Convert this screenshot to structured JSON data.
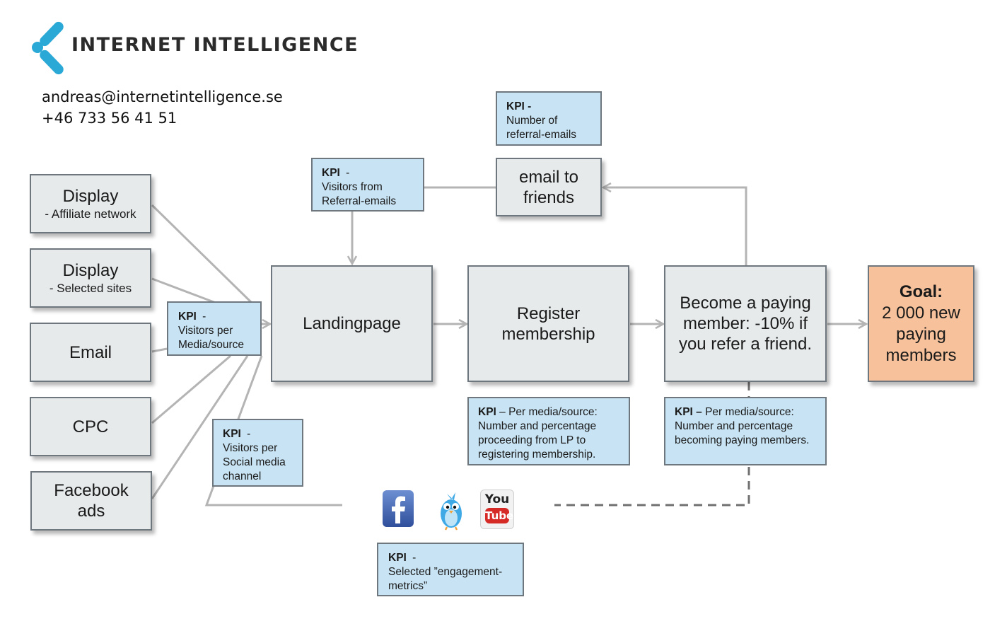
{
  "brand": {
    "name": "INTERNET INTELLIGENCE",
    "email": "andreas@internetintelligence.se",
    "phone": "+46 733 56 41 51",
    "accent_color": "#2aa8d6"
  },
  "sources": [
    {
      "title": "Display",
      "subtitle": "- Affiliate network"
    },
    {
      "title": "Display",
      "subtitle": "- Selected sites"
    },
    {
      "title": "Email",
      "subtitle": ""
    },
    {
      "title": "CPC",
      "subtitle": ""
    },
    {
      "title": "Facebook ads",
      "subtitle": ""
    }
  ],
  "stages": {
    "landing": "Landingpage",
    "register": "Register membership",
    "paying": "Become a paying member: -10% if you refer a friend.",
    "email_friends": "email to friends"
  },
  "goal": {
    "label": "Goal:",
    "text": "2 000 new paying members"
  },
  "kpis": {
    "referral_emails": {
      "head": "KPI -",
      "body": "Number of referral-emails"
    },
    "visitors_referral": {
      "head": "KPI",
      "sep": " -",
      "body": "Visitors from Referral-emails"
    },
    "visitors_media": {
      "head": "KPI",
      "sep": " -",
      "body": "Visitors per Media/source"
    },
    "visitors_social": {
      "head": "KPI",
      "sep": " -",
      "body": "Visitors per Social media channel"
    },
    "register": {
      "head": "KPI",
      "sep": " – Per media/source:",
      "body": "Number and percentage proceeding from LP to registering membership."
    },
    "paying": {
      "head": "KPI –",
      "sep": " Per media/source:",
      "body": "Number and percentage becoming paying members."
    },
    "engagement": {
      "head": "KPI",
      "sep": " -",
      "body": "Selected ”engagement-metrics”"
    }
  },
  "social_icons": [
    "facebook-icon",
    "twitter-icon",
    "youtube-icon"
  ],
  "youtube": {
    "top": "You",
    "bottom": "Tube"
  },
  "colors": {
    "box": "#e6eaeb",
    "kpi": "#c8e3f3",
    "goal": "#f7c29b",
    "line": "#b4b4b4"
  }
}
